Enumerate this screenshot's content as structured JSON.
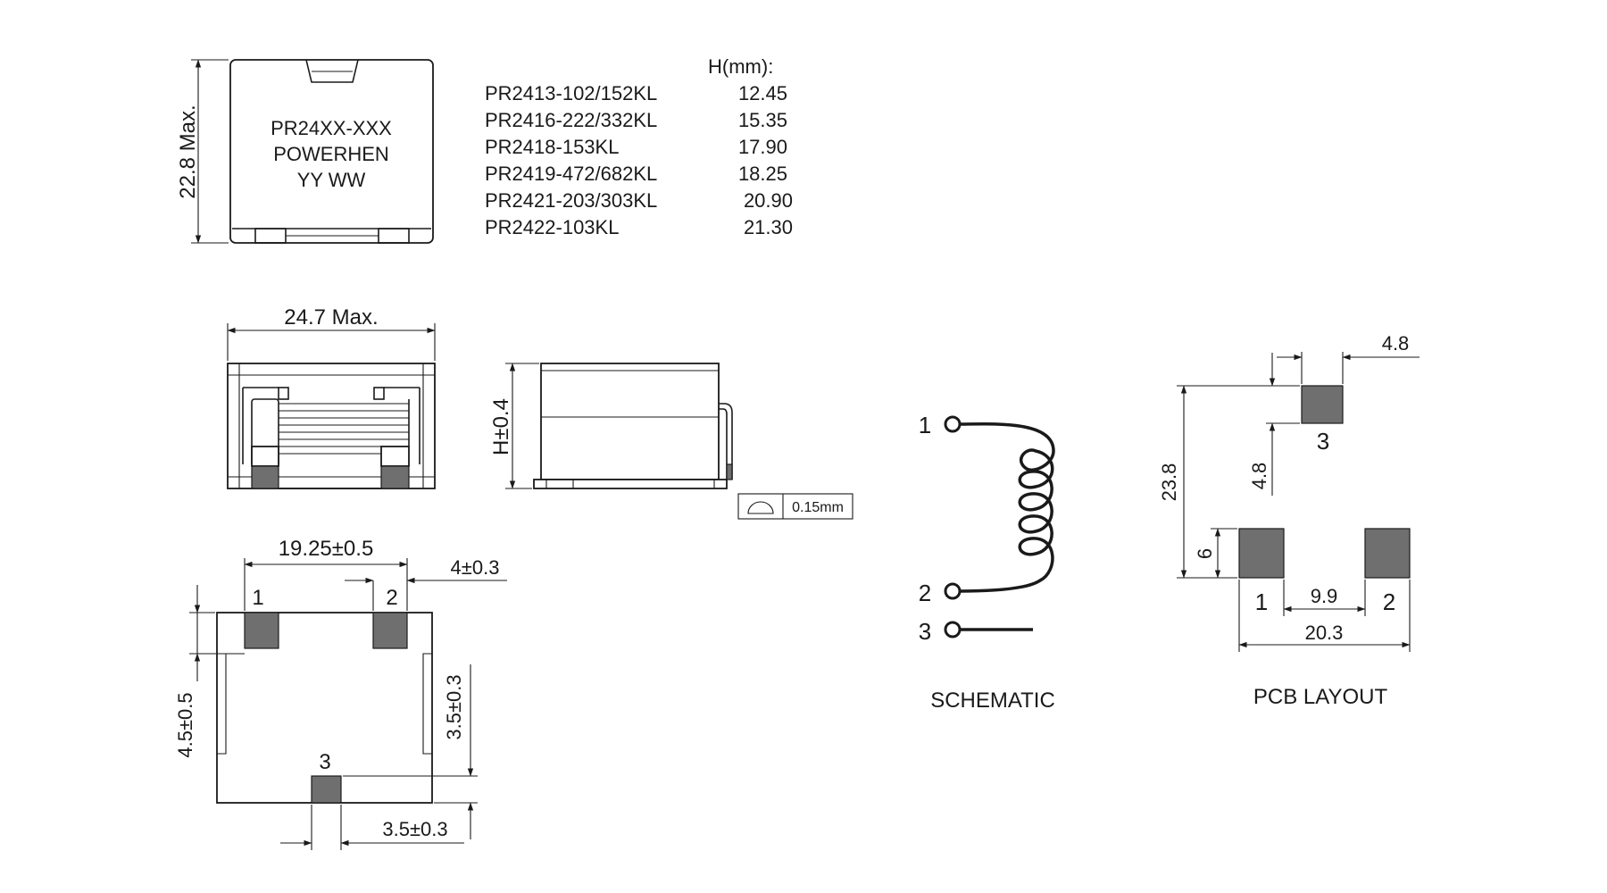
{
  "top_view": {
    "marking": [
      "PR24XX-XXX",
      "POWERHEN",
      "YY WW"
    ],
    "height_dim": "22.8 Max."
  },
  "height_table": {
    "header": "H(mm):",
    "rows": [
      {
        "part": "PR2413-102/152KL",
        "h": "12.45"
      },
      {
        "part": "PR2416-222/332KL",
        "h": "15.35"
      },
      {
        "part": "PR2418-153KL",
        "h": "17.90"
      },
      {
        "part": "PR2419-472/682KL",
        "h": "18.25"
      },
      {
        "part": "PR2421-203/303KL",
        "h": "20.90"
      },
      {
        "part": "PR2422-103KL",
        "h": "21.30"
      }
    ]
  },
  "front_view": {
    "width_dim": "24.7 Max."
  },
  "side_view": {
    "height_dim": "H±0.4",
    "coplanarity": "0.15mm"
  },
  "bottom_view": {
    "pitch": "19.25±0.5",
    "pad_width": "4±0.3",
    "pad_offset": "4.5±0.5",
    "pin3_offset": "3.5±0.3",
    "pin3_width": "3.5±0.3",
    "pins": [
      "1",
      "2",
      "3"
    ]
  },
  "schematic": {
    "label": "SCHEMATIC",
    "pins": [
      "1",
      "2",
      "3"
    ]
  },
  "pcb_layout": {
    "label": "PCB LAYOUT",
    "pad_top_width": "4.8",
    "pad_top_height": "4.8",
    "overall_height": "23.8",
    "pad_height": "6",
    "gap": "9.9",
    "overall_width": "20.3",
    "pins": [
      "1",
      "2",
      "3"
    ]
  },
  "colors": {
    "line": "#1a1a1a",
    "pad": "#6f6f6f",
    "background": "#ffffff"
  }
}
